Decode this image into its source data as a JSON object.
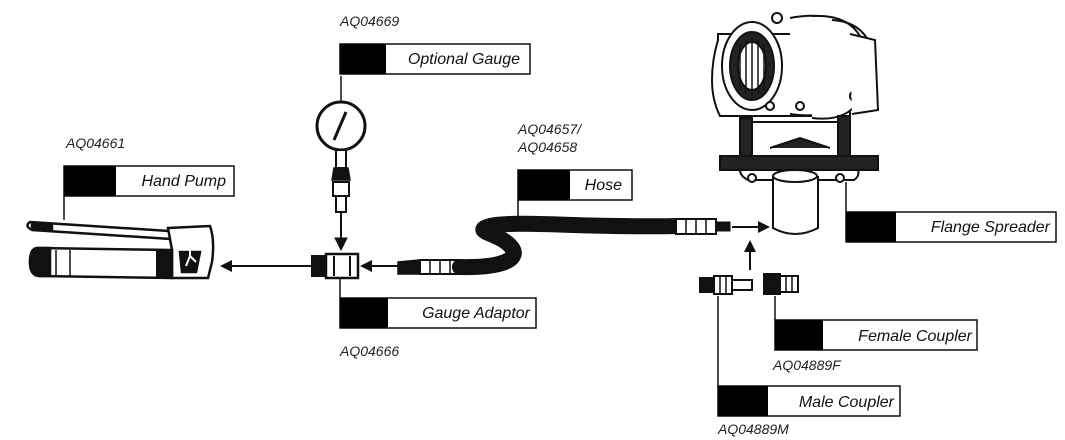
{
  "colors": {
    "ink": "#111111",
    "label_bg": "#ffffff",
    "tab": "#000000",
    "background": "#ffffff"
  },
  "components": {
    "hand_pump": {
      "code": "AQ04661",
      "label": "Hand Pump"
    },
    "gauge": {
      "code": "AQ04669",
      "label": "Optional Gauge"
    },
    "hose": {
      "code_line1": "AQ04657/",
      "code_line2": "AQ04658",
      "label": "Hose"
    },
    "gauge_adaptor": {
      "code": "AQ04666",
      "label": "Gauge Adaptor"
    },
    "flange_spreader": {
      "label": "Flange Spreader"
    },
    "female_coupler": {
      "code": "AQ04889F",
      "label": "Female Coupler"
    },
    "male_coupler": {
      "code": "AQ04889M",
      "label": "Male Coupler"
    }
  }
}
